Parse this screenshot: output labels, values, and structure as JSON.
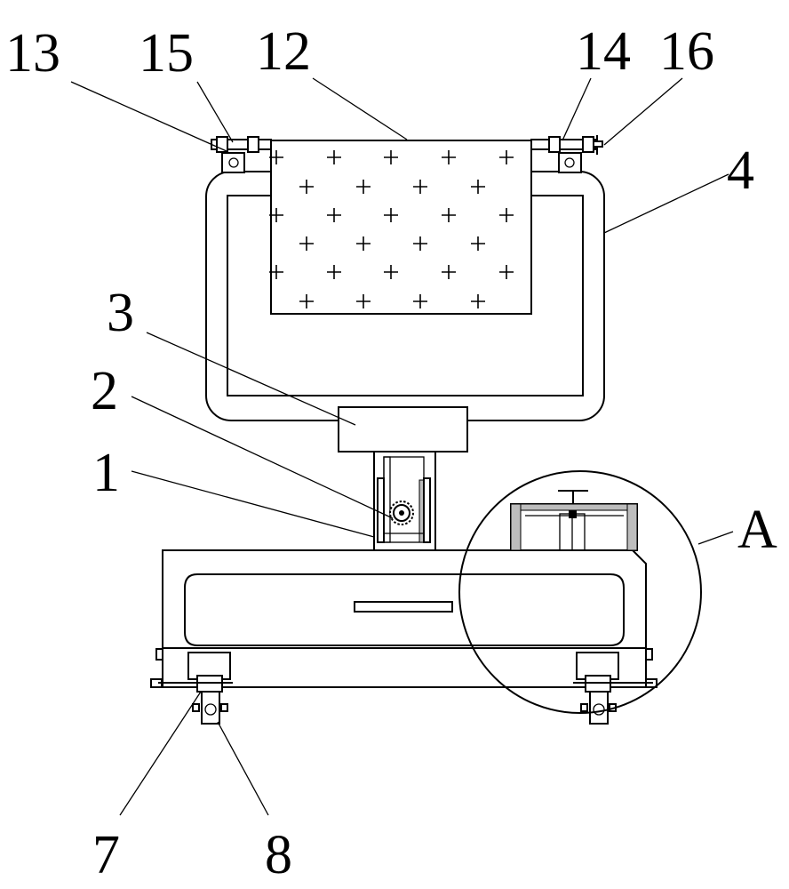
{
  "labels": {
    "l13": "13",
    "l15": "15",
    "l12": "12",
    "l14": "14",
    "l16": "16",
    "l4": "4",
    "l3": "3",
    "l2": "2",
    "l1": "1",
    "lA": "A",
    "l7": "7",
    "l8": "8"
  }
}
